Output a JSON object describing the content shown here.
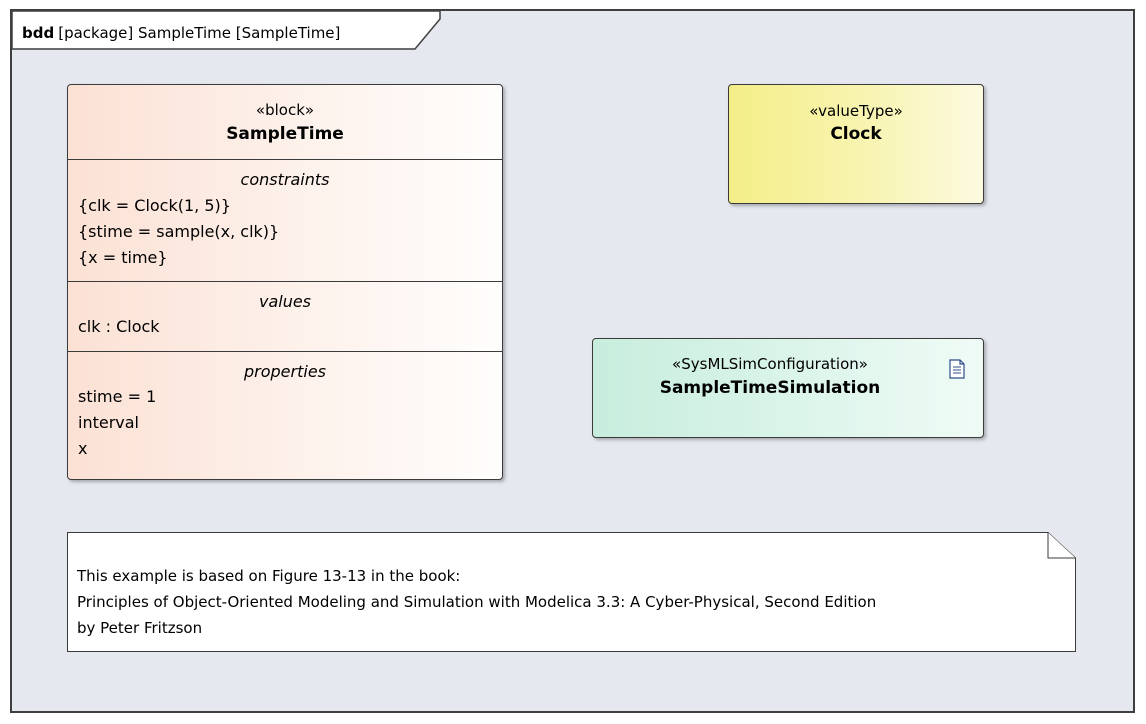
{
  "frame": {
    "kind": "bdd",
    "title": "[package] SampleTime [SampleTime]"
  },
  "block": {
    "stereotype": "«block»",
    "name": "SampleTime",
    "constraints": {
      "title": "constraints",
      "items": [
        "{clk = Clock(1, 5)}",
        "{stime = sample(x, clk)}",
        "{x = time}"
      ]
    },
    "values": {
      "title": "values",
      "items": [
        "clk : Clock"
      ]
    },
    "properties": {
      "title": "properties",
      "items": [
        "stime = 1",
        "interval",
        "x"
      ]
    }
  },
  "valueType": {
    "stereotype": "«valueType»",
    "name": "Clock"
  },
  "simConfig": {
    "stereotype": "«SysMLSimConfiguration»",
    "name": "SampleTimeSimulation",
    "icon": "document-icon"
  },
  "note": {
    "lines": [
      "This example is based on Figure 13-13 in the book:",
      "Principles of Object-Oriented Modeling and Simulation with Modelica 3.3: A Cyber-Physical, Second Edition",
      "by Peter Fritzson"
    ]
  },
  "colors": {
    "frame_background": "#e5e8ef",
    "block_fill": "#fbe1d4",
    "valuetype_fill": "#f4ee88",
    "config_fill": "#c7eddd",
    "note_fill": "#ffffff",
    "border": "#3b3b3b"
  }
}
